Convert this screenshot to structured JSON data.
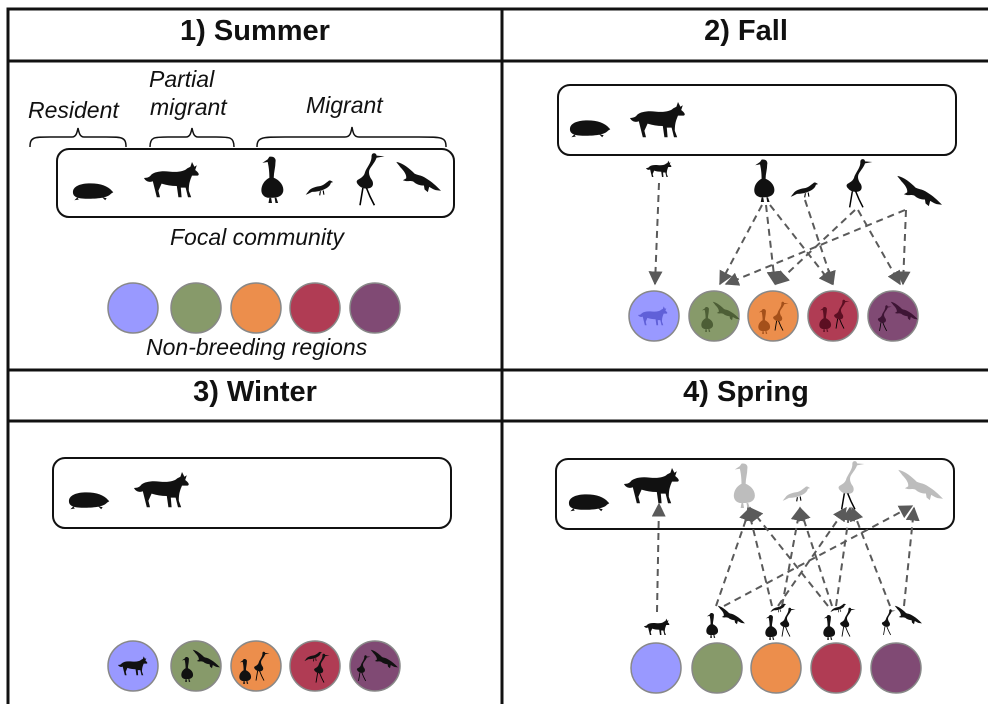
{
  "panels": {
    "summer": {
      "title": "1) Summer",
      "labels": {
        "resident": "Resident",
        "partial_line1": "Partial",
        "partial_line2": "migrant",
        "migrant": "Migrant",
        "community": "Focal community",
        "regions": "Non-breeding regions"
      }
    },
    "fall": {
      "title": "2) Fall"
    },
    "winter": {
      "title": "3) Winter"
    },
    "spring": {
      "title": "4) Spring"
    }
  },
  "colors": {
    "region_1": "#9999ff",
    "region_2": "#879a6a",
    "region_3": "#ec8e4c",
    "region_4": "#b03c54",
    "region_5": "#804a74",
    "silhouette": "#111111",
    "faded_silhouette": "#bdbdbd",
    "arrow": "#5a5a5a"
  },
  "icons": [
    "mole-icon",
    "fox-icon",
    "goose-icon",
    "songbird-icon",
    "crane-icon",
    "hawk-icon"
  ]
}
